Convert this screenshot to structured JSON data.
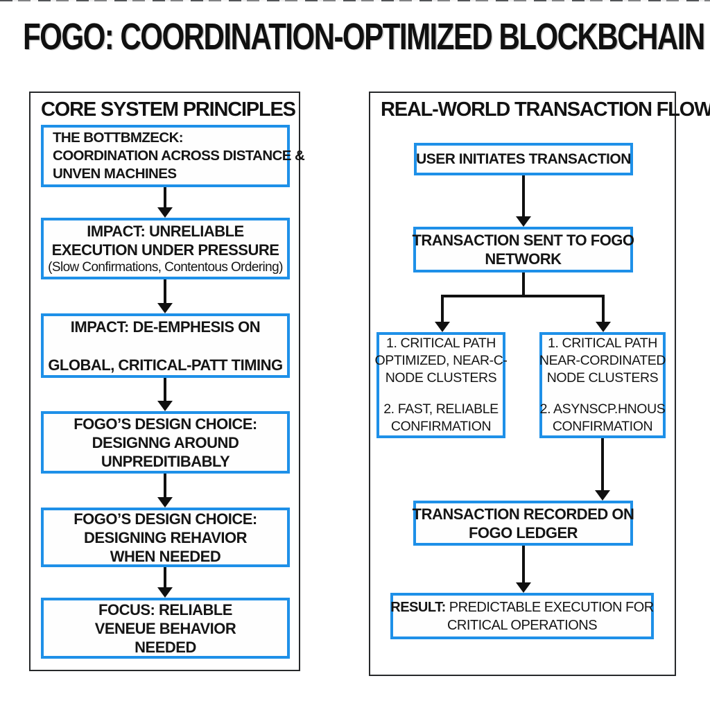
{
  "title": "FOGO: COORDINATION-OPTIMIZED BLOCKBCHAIN",
  "colors": {
    "accent_blue": "#1E90E8",
    "panel_border": "#26282a",
    "line_black": "#101010"
  },
  "left_panel": {
    "header": "CORE SYSTEM PRINCIPLES",
    "box_bottleneck": {
      "line1": "THE BOTTBMZECK:",
      "line2": "COORDINATION ACROSS DISTANCE &",
      "line3": "UNVEN MACHINES"
    },
    "box_impact_unreliable": {
      "line1": "IMPACT: UNRELIABLE",
      "line2": "EXECUTION UNDER PRESSURE",
      "line3": "(Slow Confirmations, Contentous Ordering)"
    },
    "box_impact_deemphasis": {
      "line1": "IMPACT: DE-EMPHESIS ON",
      "line2": "GLOBAL, CRITICAL-PATT TIMING"
    },
    "box_design_unpredictability": {
      "line1": "FOGO’S DESIGN CHOICE:",
      "line2": "DESIGNNG AROUND",
      "line3": "UNPREDITIBABLY"
    },
    "box_design_behavior": {
      "line1": "FOGO’S DESIGN CHOICE:",
      "line2": "DESIGNING REHAVIOR",
      "line3": "WHEN NEEDED"
    },
    "box_focus": {
      "line1": "FOCUS: RELIABLE",
      "line2": "VENEUE BEHAVIOR",
      "line3": "NEEDED"
    }
  },
  "right_panel": {
    "header": "REAL-WORLD TRANSACTION FLOW",
    "box_user": {
      "line1": "USER INITIATES TRANSACTION"
    },
    "box_sent": {
      "line1": "TRANSACTION SENT TO FOGO",
      "line2": "NETWORK"
    },
    "box_path_left": {
      "line1": "1. CRITICAL PATH",
      "line2": "OPTIMIZED, NEAR-C-",
      "line3": "NODE CLUSTERS",
      "line4": "2. FAST, RELIABLE",
      "line5": "CONFIRMATION"
    },
    "box_path_right": {
      "line1": "1. CRITICAL PATH",
      "line2": "NEAR-CORDINATED",
      "line3": "NODE CLUSTERS",
      "line4": "2. ASYNSCP.HNOUS",
      "line5": "CONFIRMATION"
    },
    "box_recorded": {
      "line1": "TRANSACTION RECORDED ON",
      "line2": "FOGO LEDGER"
    },
    "box_result": {
      "bold": "RESULT:",
      "line1_rest": " PREDICTABLE EXECUTION FOR",
      "line2": "CRITICAL OPERATIONS"
    }
  }
}
